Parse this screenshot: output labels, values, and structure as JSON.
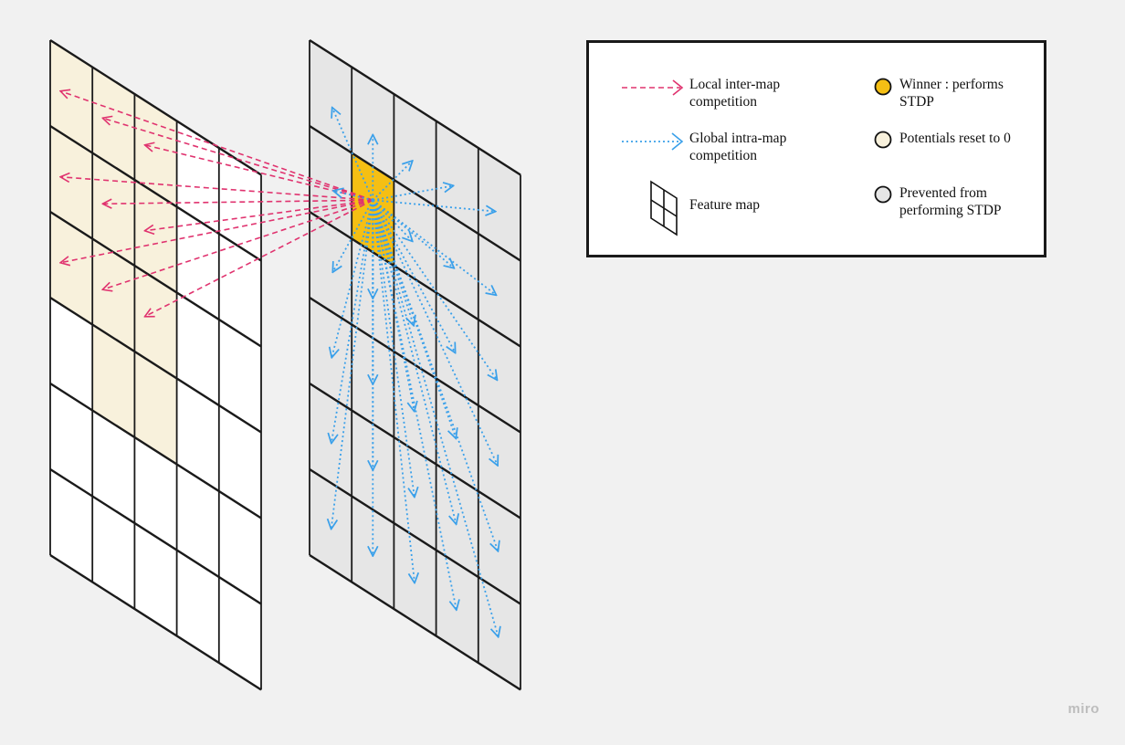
{
  "colors": {
    "background": "#f1f1f1",
    "winner": "#f5bf14",
    "reset": "#f8f1dc",
    "prevented": "#e6e6e6",
    "inter_map_arrow": "#e0336f",
    "intra_map_arrow": "#3aa0ea"
  },
  "legend": {
    "inter_line1": "Local inter-map",
    "inter_line2": "competition",
    "intra_line1": "Global intra-map",
    "intra_line2": "competition",
    "feature_map": "Feature map",
    "winner_line1": "Winner : performs",
    "winner_line2": "STDP",
    "reset": "Potentials reset to 0",
    "prevented_line1": "Prevented from",
    "prevented_line2": "performing STDP"
  },
  "watermark": "miro"
}
